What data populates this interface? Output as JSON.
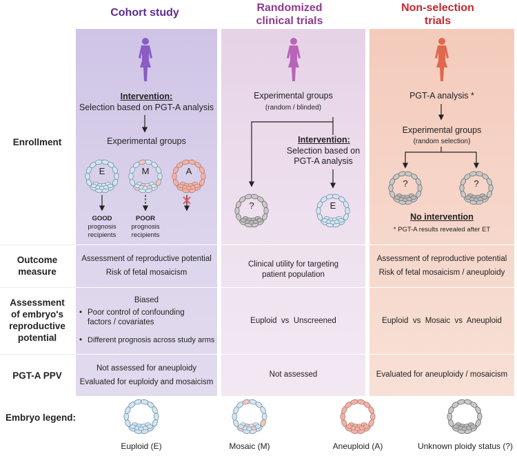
{
  "columns": {
    "cohort": {
      "title": "Cohort study",
      "color": "#5b2c91"
    },
    "rct": {
      "title_line1": "Randomized",
      "title_line2": "clinical trials",
      "color": "#8e3a8e"
    },
    "nonsel": {
      "title_line1": "Non-selection",
      "title_line2": "trials",
      "color": "#c0282e"
    }
  },
  "row_labels": {
    "enrollment": "Enrollment",
    "outcome_line1": "Outcome",
    "outcome_line2": "measure",
    "assessment_line1": "Assessment",
    "assessment_line2": "of embryo's",
    "assessment_line3": "reproductive",
    "assessment_line4": "potential",
    "ppv": "PGT-A PPV"
  },
  "cohort": {
    "intervention_title": "Intervention:",
    "intervention_text": "Selection based on PGT-A analysis",
    "groups": "Experimental groups",
    "embryo_labels": [
      "E",
      "M",
      "A"
    ],
    "good_bold": "GOOD",
    "good_rest1": "prognosis",
    "good_rest2": "recipients",
    "poor_bold": "POOR",
    "poor_rest1": "prognosis",
    "poor_rest2": "recipients",
    "outcome1": "Assessment of reproductive potential",
    "outcome2": "Risk of fetal mosaicism",
    "assess_head": "Biased",
    "assess_b1_line1": "Poor control of confounding",
    "assess_b1_line2": "factors / covariates",
    "assess_b2": "Different prognosis across study arms",
    "ppv1": "Not assessed for aneuploidy",
    "ppv2": "Evaluated for euploidy and mosaicism"
  },
  "rct": {
    "groups": "Experimental groups",
    "groups_sub": "(random / blinded)",
    "intervention_title": "Intervention:",
    "intervention_line1": "Selection based on",
    "intervention_line2": "PGT-A analysis",
    "embryo_labels": [
      "?",
      "E"
    ],
    "outcome_line1": "Clinical utility for targeting",
    "outcome_line2": "patient population",
    "assess": "Euploid  vs  Unscreened",
    "ppv": "Not assessed"
  },
  "nonsel": {
    "analysis": "PGT-A analysis *",
    "groups": "Experimental groups",
    "groups_sub": "(random selection)",
    "embryo_labels": [
      "?",
      "?"
    ],
    "no_intervention": "No intervention",
    "footnote": "* PGT-A results revealed after ET",
    "outcome1": "Assessment of reproductive potential",
    "outcome2": "Risk of fetal mosaicism / aneuploidy",
    "assess": "Euploid  vs  Mosaic  vs  Aneuploid",
    "ppv": "Evaluated for aneuploidy / mosaicism"
  },
  "legend": {
    "title": "Embryo legend:",
    "items": [
      "Euploid (E)",
      "Mosaic (M)",
      "Aneuploid (A)",
      "Unknown ploidy status (?)"
    ]
  },
  "colors": {
    "cohort_bg": "#d9d0ea",
    "rct_bg": "#eadbea",
    "nonsel_bg": "#f4d2c4",
    "euploid": "#d4e6f1",
    "mosaic": "#f6c7bb",
    "aneuploid": "#f2b2a6",
    "unknown": "#c9c9c9"
  },
  "icons": [
    "person-icon",
    "arrow-icon",
    "cross-icon",
    "embryo-icon"
  ]
}
